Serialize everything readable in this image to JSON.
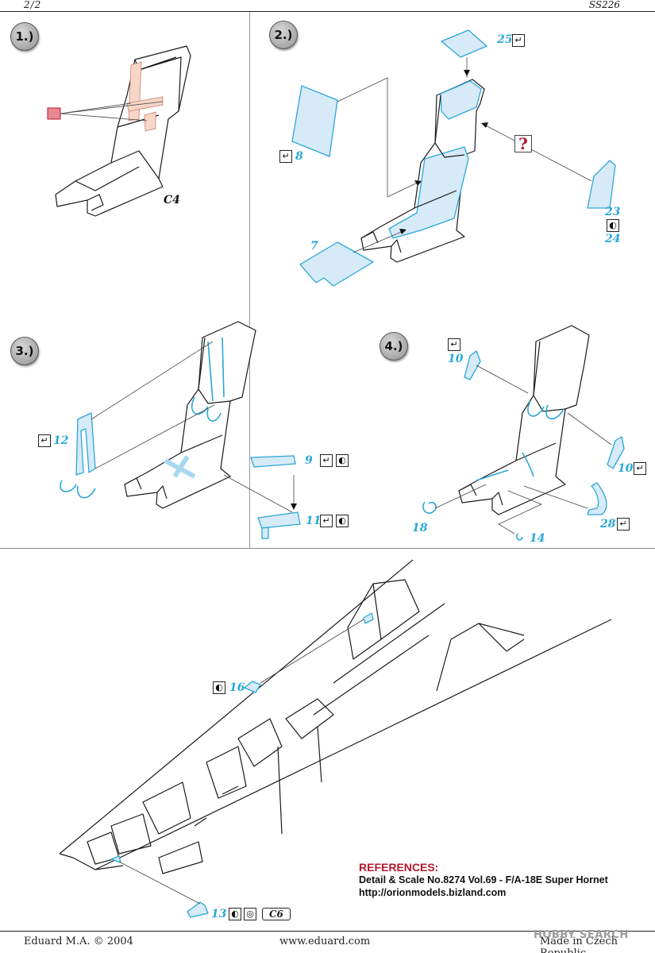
{
  "header": {
    "page": "2/2",
    "code": "SS226"
  },
  "steps": [
    "1.)",
    "2.)",
    "3.)",
    "4.)"
  ],
  "kit_parts": {
    "c4": "C4",
    "c6": "C6"
  },
  "etch_parts": {
    "p25": "25",
    "p8": "8",
    "p23": "23",
    "p24": "24",
    "p7": "7",
    "p9": "9",
    "p11": "11",
    "p12": "12",
    "p10a": "10",
    "p10b": "10",
    "p18": "18",
    "p14": "14",
    "p28": "28",
    "p16": "16",
    "p13": "13"
  },
  "symbols": {
    "bend": "↵",
    "flip": "◐",
    "question": "?",
    "pe": "◎"
  },
  "references": {
    "title": "REFERENCES:",
    "line1": "Detail & Scale No.8274 Vol.69 -  F/A-18E Super  Hornet",
    "line2": "http://orionmodels.bizland.com"
  },
  "footer": {
    "left": "Eduard M.A. © 2004",
    "center": "www.eduard.com",
    "right": "Made in Czech Republic"
  },
  "watermark": "HOBBY SEARCH",
  "colors": {
    "etch_blue": "#2aa7d8",
    "etch_fill": "#d7eaf7",
    "question_red": "#b4192c",
    "reference_red": "#b4192c"
  }
}
